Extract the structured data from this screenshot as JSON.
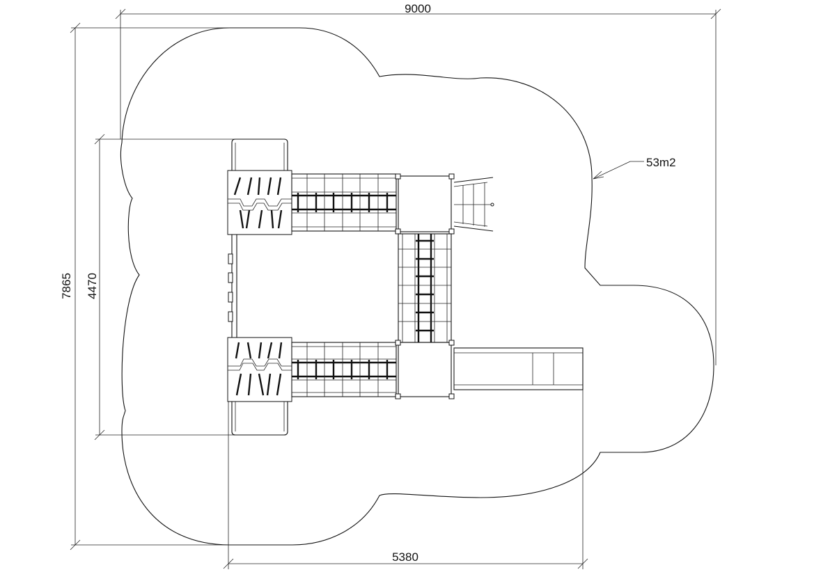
{
  "drawing": {
    "dimensions": {
      "overall_width": "9000",
      "overall_height": "7865",
      "inner_height": "4470",
      "base_width": "5380"
    },
    "area_label": "53m2"
  }
}
